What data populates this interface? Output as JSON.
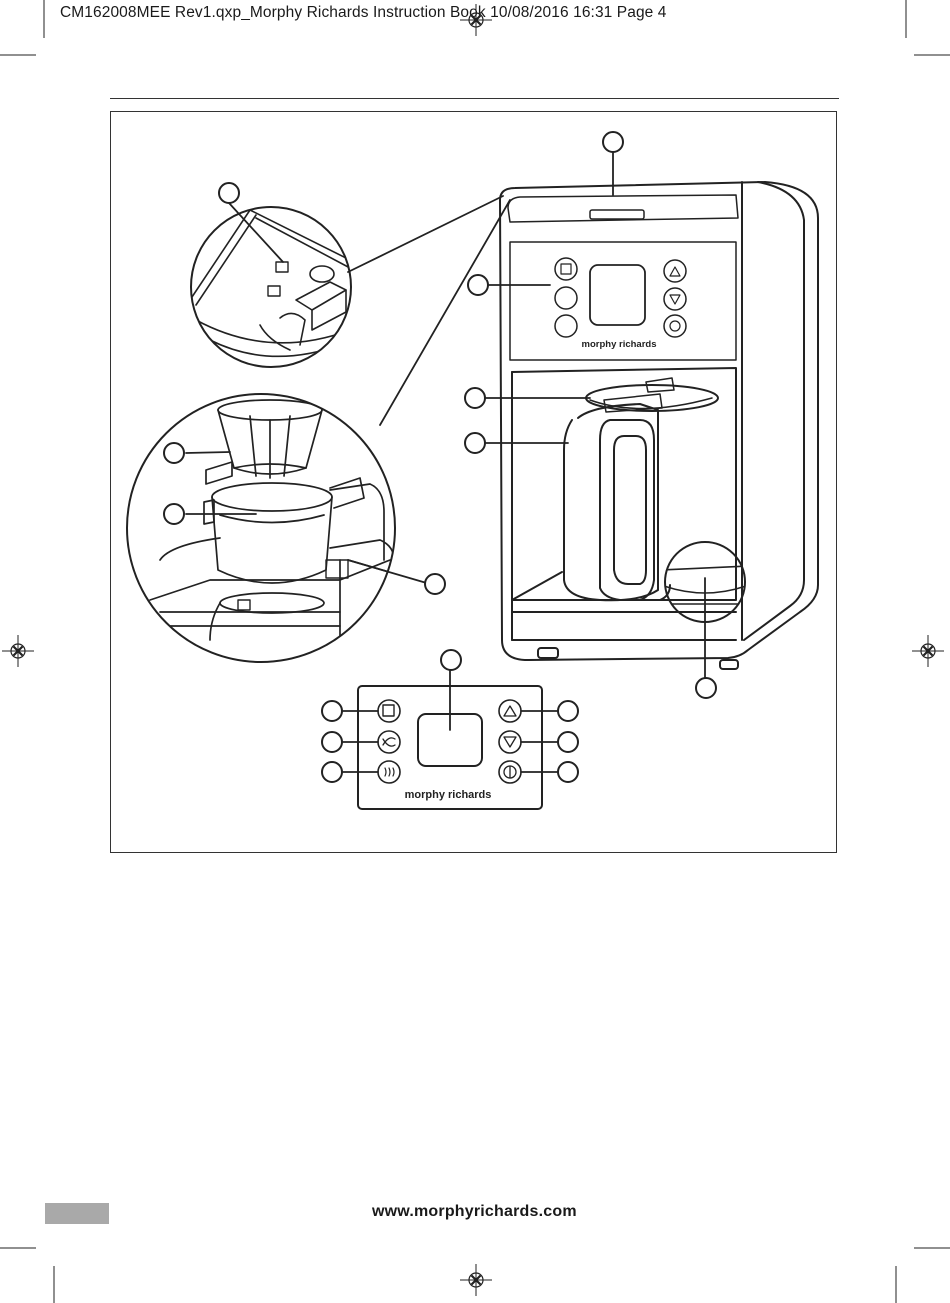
{
  "header": {
    "slug": "CM162008MEE Rev1.qxp_Morphy Richards Instruction Book  10/08/2016  16:31  Page 4"
  },
  "illustration": {
    "brand_on_machine": "morphy richards",
    "brand_on_panel": "morphy richards",
    "button_icons": [
      "clock-icon",
      "strength-icon",
      "warm-icon",
      "up-arrow-icon",
      "down-arrow-icon",
      "power-icon"
    ]
  },
  "footer": {
    "url": "www.morphyrichards.com"
  }
}
